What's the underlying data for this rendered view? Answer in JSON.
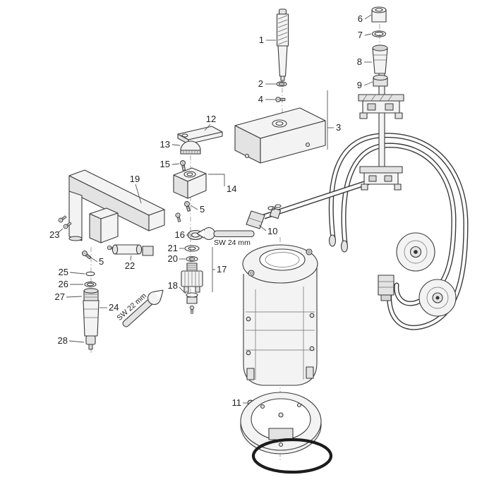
{
  "figure": {
    "kind": "exploded-parts-diagram",
    "background": "#ffffff",
    "line_color": "#3a3a3a",
    "callouts": {
      "1": "1",
      "2": "2",
      "3": "3",
      "4": "4",
      "5": "5",
      "6": "6",
      "7": "7",
      "8": "8",
      "9": "9",
      "10": "10",
      "11": "11",
      "12": "12",
      "13": "13",
      "14": "14",
      "15": "15",
      "16": "16",
      "17": "17",
      "18": "18",
      "19": "19",
      "20": "20",
      "21": "21",
      "22": "22",
      "23": "23",
      "24": "24",
      "25": "25",
      "26": "26",
      "27": "27",
      "28": "28"
    },
    "notes": {
      "sw24": "SW 24 mm",
      "sw22": "SW 22 mm"
    }
  }
}
